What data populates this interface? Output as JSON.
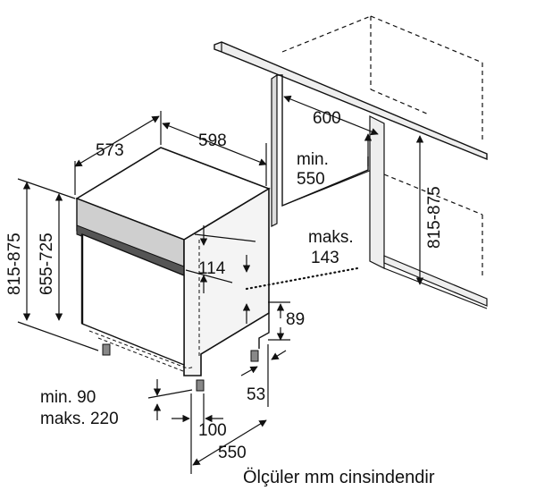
{
  "dimensions": {
    "depth_573": "573",
    "width_598": "598",
    "niche_width_600": "600",
    "niche_min_label": "min.",
    "niche_min_value": "550",
    "niche_height_range": "815-875",
    "appliance_height_range": "815-875",
    "appliance_height_range_2": "655-725",
    "panel_114": "114",
    "maks_label": "maks.",
    "maks_value": "143",
    "plinth_89": "89",
    "gap_53": "53",
    "foot_min": "min. 90",
    "foot_max": "maks. 220",
    "offset_100": "100",
    "depth_550": "550"
  },
  "caption": "Ölçüler mm cinsindendir"
}
